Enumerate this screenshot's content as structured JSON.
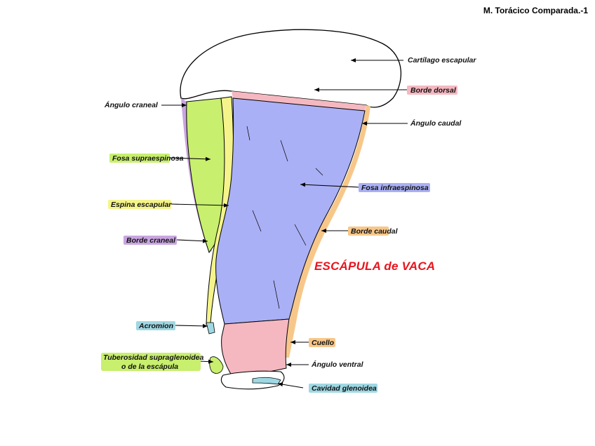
{
  "header": {
    "corner_title": "M. Torácico Comparada.-1"
  },
  "title": "ESCÁPULA de VACA",
  "colors": {
    "title_red": "#e8141e",
    "green": "#c8ef6e",
    "blue": "#aab0f5",
    "pink": "#f5b8c0",
    "orange": "#f7c78a",
    "yellow": "#f4f48a",
    "purple": "#c9a5e0",
    "cyan": "#9fd8e3"
  },
  "labels": {
    "cartilago": "Cartílago escapular",
    "borde_dorsal": "Borde dorsal",
    "angulo_caudal": "Ángulo caudal",
    "fosa_infra": "Fosa infraespinosa",
    "borde_caudal": "Borde caudal",
    "cuello": "Cuello",
    "angulo_ventral": "Ángulo ventral",
    "cavidad": "Cavidad glenoidea",
    "angulo_craneal": "Ángulo craneal",
    "fosa_supra": "Fosa supraespinosa",
    "espina": "Espina escapular",
    "borde_craneal": "Borde craneal",
    "acromion": "Acromion",
    "tuberosidad_1": "Tuberosidad supraglenoidea",
    "tuberosidad_2": "o de la escápula"
  }
}
